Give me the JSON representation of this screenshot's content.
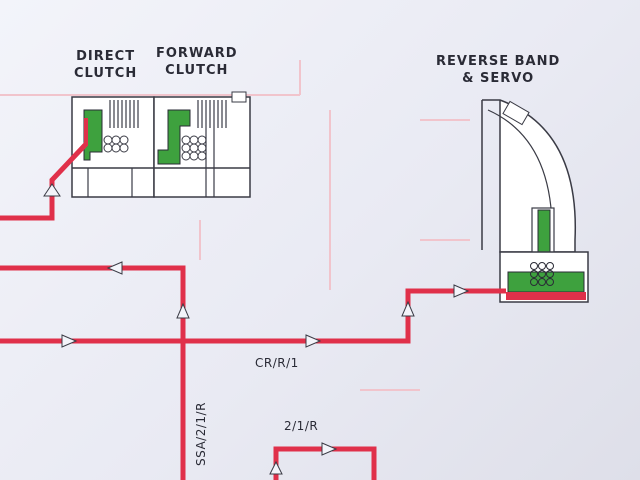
{
  "labels": {
    "direct_clutch": [
      "DIRECT",
      "CLUTCH"
    ],
    "forward_clutch": [
      "FORWARD",
      "CLUTCH"
    ],
    "reverse_band_servo": [
      "REVERSE BAND",
      "& SERVO"
    ],
    "cr_r_1": "CR/R/1",
    "two_one_r": "2/1/R",
    "ssa_two_one_r": "SSA/2/1/R"
  },
  "colors": {
    "fluid_line": "#e0304a",
    "fluid_fill": "#e8a0b0",
    "apply_green": "#3ea13e",
    "ink": "#3a3b45",
    "faint_line": "#f0c0c8"
  }
}
